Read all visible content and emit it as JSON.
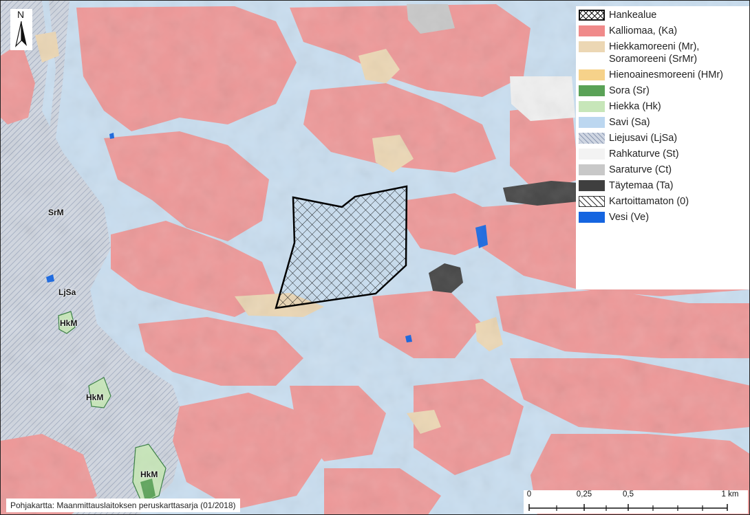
{
  "map": {
    "labels": {
      "srm": "SrM",
      "ljsa": "LjSa",
      "hkm1": "HkM",
      "hkm2": "HkM",
      "hkm3": "HkM"
    },
    "north_letter": "N",
    "credit": "Pohjakartta: Maanmittauslaitoksen peruskarttasarja (01/2018)",
    "scale": {
      "ticks": [
        "0",
        "0,25",
        "0,5"
      ],
      "end_label": "1 km"
    },
    "colors": {
      "background_savi": "#cfe1ef",
      "kalliomaa": "#ee9a9a",
      "hiekkamoreeni": "#ecd7b4",
      "hienoainesmoreeni": "#f6d28a",
      "sora": "#63a95d",
      "hiekka": "#c7e6b9",
      "savi": "#bdd8f0",
      "liejusavi": "#c6cfdc",
      "rahkaturve": "#f2f2f2",
      "saraturve": "#c9c9c9",
      "taytemaa": "#444444",
      "vesi": "#1a5fd6"
    }
  },
  "legend": {
    "items": [
      {
        "label": "Hankealue",
        "swatch": "hatch-cross"
      },
      {
        "label": "Kalliomaa, (Ka)",
        "swatch": "#f08a8a"
      },
      {
        "label": "Hiekkamoreeni (Mr), Soramoreeni (SrMr)",
        "swatch": "#ecd7b4"
      },
      {
        "label": "Hienoainesmoreeni (HMr)",
        "swatch": "#f6d28a"
      },
      {
        "label": "Sora (Sr)",
        "swatch": "#5aa257"
      },
      {
        "label": "Hiekka (Hk)",
        "swatch": "#c7e6b9"
      },
      {
        "label": "Savi (Sa)",
        "swatch": "#bcd7f0"
      },
      {
        "label": "Liejusavi (LjSa)",
        "swatch": "hatch-diag-blue"
      },
      {
        "label": "Rahkaturve (St)",
        "swatch": "#f3f3f3"
      },
      {
        "label": "Saraturve (Ct)",
        "swatch": "#c8c8c8"
      },
      {
        "label": "Täytemaa (Ta)",
        "swatch": "#3f3f3f"
      },
      {
        "label": "Kartoittamaton (0)",
        "swatch": "hatch-diag"
      },
      {
        "label": "Vesi (Ve)",
        "swatch": "#1565e0"
      }
    ]
  }
}
